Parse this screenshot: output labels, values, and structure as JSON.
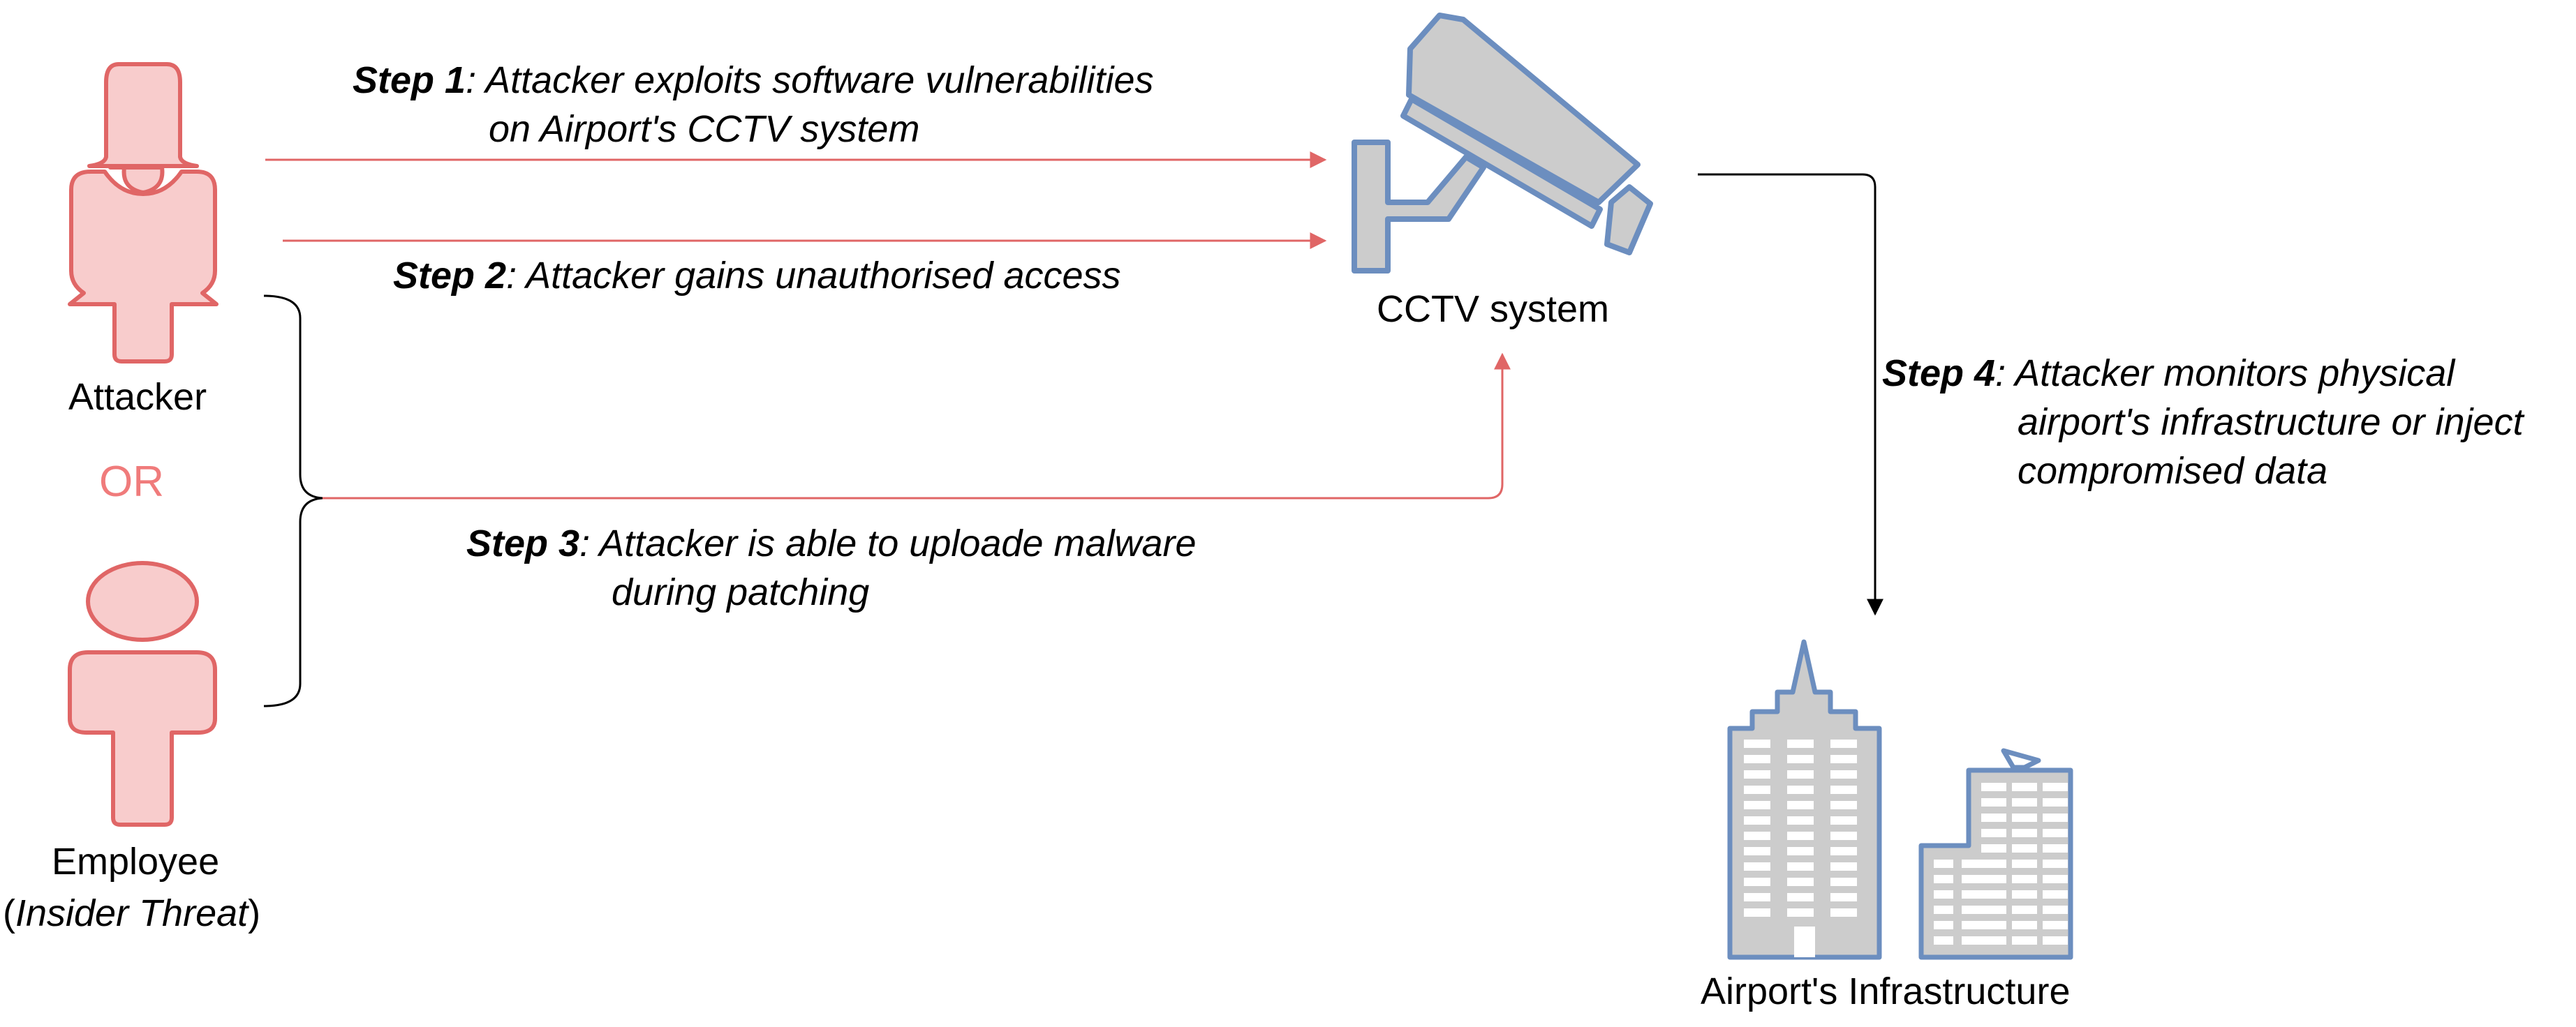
{
  "actors": {
    "attacker_label": "Attacker",
    "or_label": "OR",
    "employee_label": "Employee",
    "employee_sub_open": "(",
    "employee_sub": "Insider Threat",
    "employee_sub_close": ")"
  },
  "steps": [
    {
      "label": "Step 1",
      "sep": ": ",
      "text": "Attacker exploits software vulnerabilities",
      "text2": "on Airport's CCTV system"
    },
    {
      "label": "Step 2",
      "sep": ": ",
      "text": "Attacker gains unauthorised access"
    },
    {
      "label": "Step 3",
      "sep": ": ",
      "text": "Attacker is able to uploade malware",
      "text2": "during patching"
    },
    {
      "label": "Step 4",
      "sep": ": ",
      "text": "Attacker monitors physical",
      "text2": "airport's infrastructure or inject",
      "text3": "compromised data"
    }
  ],
  "nodes": {
    "cctv_label": "CCTV system",
    "infrastructure_label": "Airport's Infrastructure"
  },
  "colors": {
    "person_fill": "#f8cccc",
    "person_stroke": "#e06666",
    "attack_arrow": "#e06666",
    "flow_arrow": "#000000",
    "device_fill": "#cccccc",
    "device_stroke": "#6c8ebf"
  },
  "icons": [
    "person-icon",
    "cctv-camera-icon",
    "building-icon"
  ]
}
